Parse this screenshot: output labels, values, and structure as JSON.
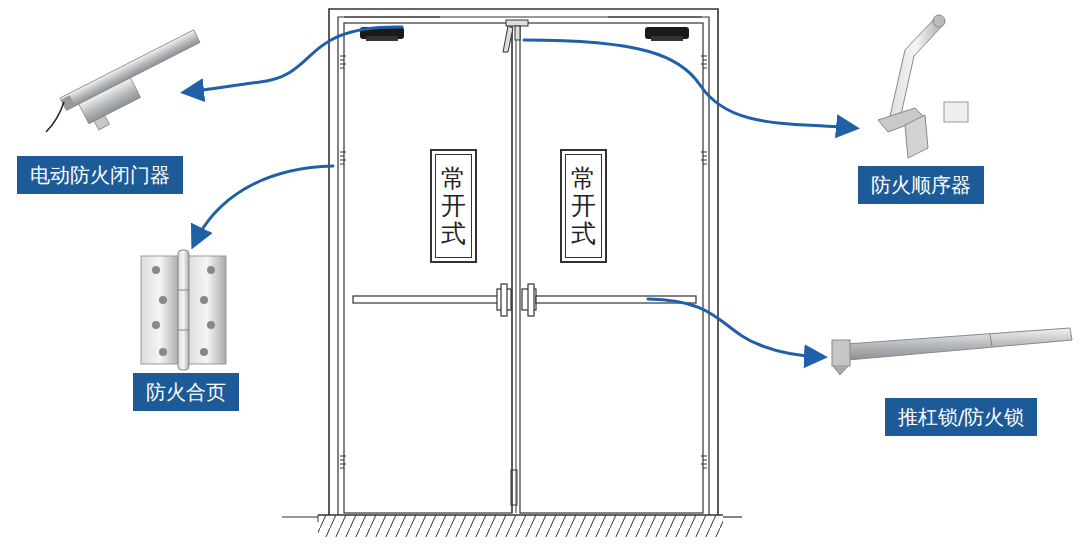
{
  "diagram": {
    "nodes": [
      {
        "text": [
          "电动防火闭门器"
        ]
      },
      {
        "text": [
          "常开式"
        ]
      },
      {
        "text": [
          "常开式"
        ]
      },
      {
        "text": [
          "防火顺序器"
        ]
      },
      {
        "text": [
          "防火合页"
        ]
      },
      {
        "text": [
          "推杠锁/防火锁"
        ]
      }
    ]
  }
}
